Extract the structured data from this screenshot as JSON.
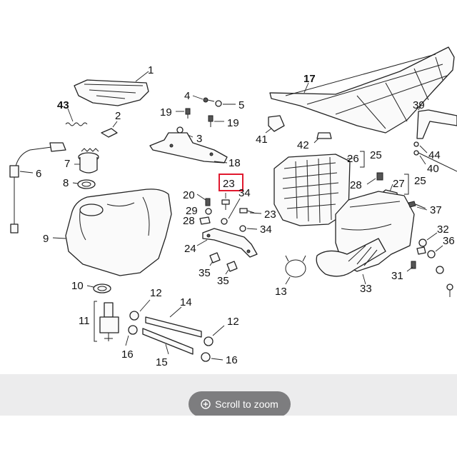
{
  "diagram": {
    "callouts": {
      "c1": "1",
      "c2": "2",
      "c3": "3",
      "c4": "4",
      "c5": "5",
      "c6": "6",
      "c7": "7",
      "c8": "8",
      "c9": "9",
      "c10": "10",
      "c11": "11",
      "c12a": "12",
      "c12b": "12",
      "c13": "13",
      "c14": "14",
      "c15": "15",
      "c16a": "16",
      "c16b": "16",
      "c17": "17",
      "c18": "18",
      "c19a": "19",
      "c19b": "19",
      "c20": "20",
      "c23hl": "23",
      "c23b": "23",
      "c24": "24",
      "c25a": "25",
      "c25b": "25",
      "c26": "26",
      "c27": "27",
      "c28a": "28",
      "c28b": "28",
      "c29": "29",
      "c31": "31",
      "c32": "32",
      "c33": "33",
      "c34a": "34",
      "c34b": "34",
      "c35a": "35",
      "c35b": "35",
      "c36": "36",
      "c37": "37",
      "c39": "39",
      "c40": "40",
      "c41": "41",
      "c42": "42",
      "c43": "43",
      "c44": "44"
    },
    "highlighted_part": "23"
  },
  "zoom_hint": {
    "label": "Scroll to zoom",
    "icon": "zoom-in-icon"
  },
  "colors": {
    "highlight": "#e0192e",
    "pill": "#7d7d7f"
  }
}
